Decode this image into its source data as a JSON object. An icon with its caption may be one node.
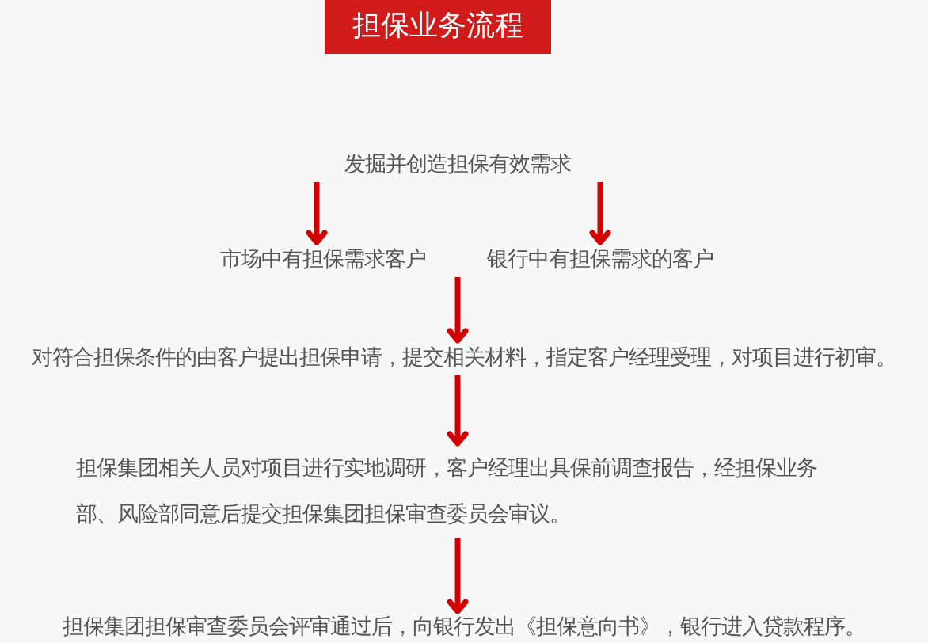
{
  "diagram": {
    "title": "担保业务流程",
    "nodes": [
      {
        "text": [
          "发掘并创造担保有效需求"
        ]
      },
      {
        "text": [
          "市场中有担保需求客户"
        ]
      },
      {
        "text": [
          "银行中有担保需求的客户"
        ]
      },
      {
        "text": [
          "对符合担保条件的由客户提出担保申请，提交相关材料，指定客户经理受理，对项目进行初审。"
        ]
      },
      {
        "text": [
          "担保集团相关人员对项目进行实地调研，客户经理出具保前调查报告，经担保业务部、风险部同意后提交担保集团担保审查委员会审议。"
        ]
      },
      {
        "text": [
          "担保集团担保审查委员会评审通过后，向银行发出《担保意向书》，银行进入贷款程序。"
        ]
      }
    ],
    "edges": [
      {
        "from": 0,
        "to": 1,
        "arrow": "to"
      },
      {
        "from": 0,
        "to": 2,
        "arrow": "to"
      },
      {
        "from": 1,
        "to": 3,
        "arrow": "to"
      },
      {
        "from": 2,
        "to": 3,
        "arrow": "to"
      },
      {
        "from": 3,
        "to": 4,
        "arrow": "to"
      },
      {
        "from": 4,
        "to": 5,
        "arrow": "to"
      }
    ]
  }
}
